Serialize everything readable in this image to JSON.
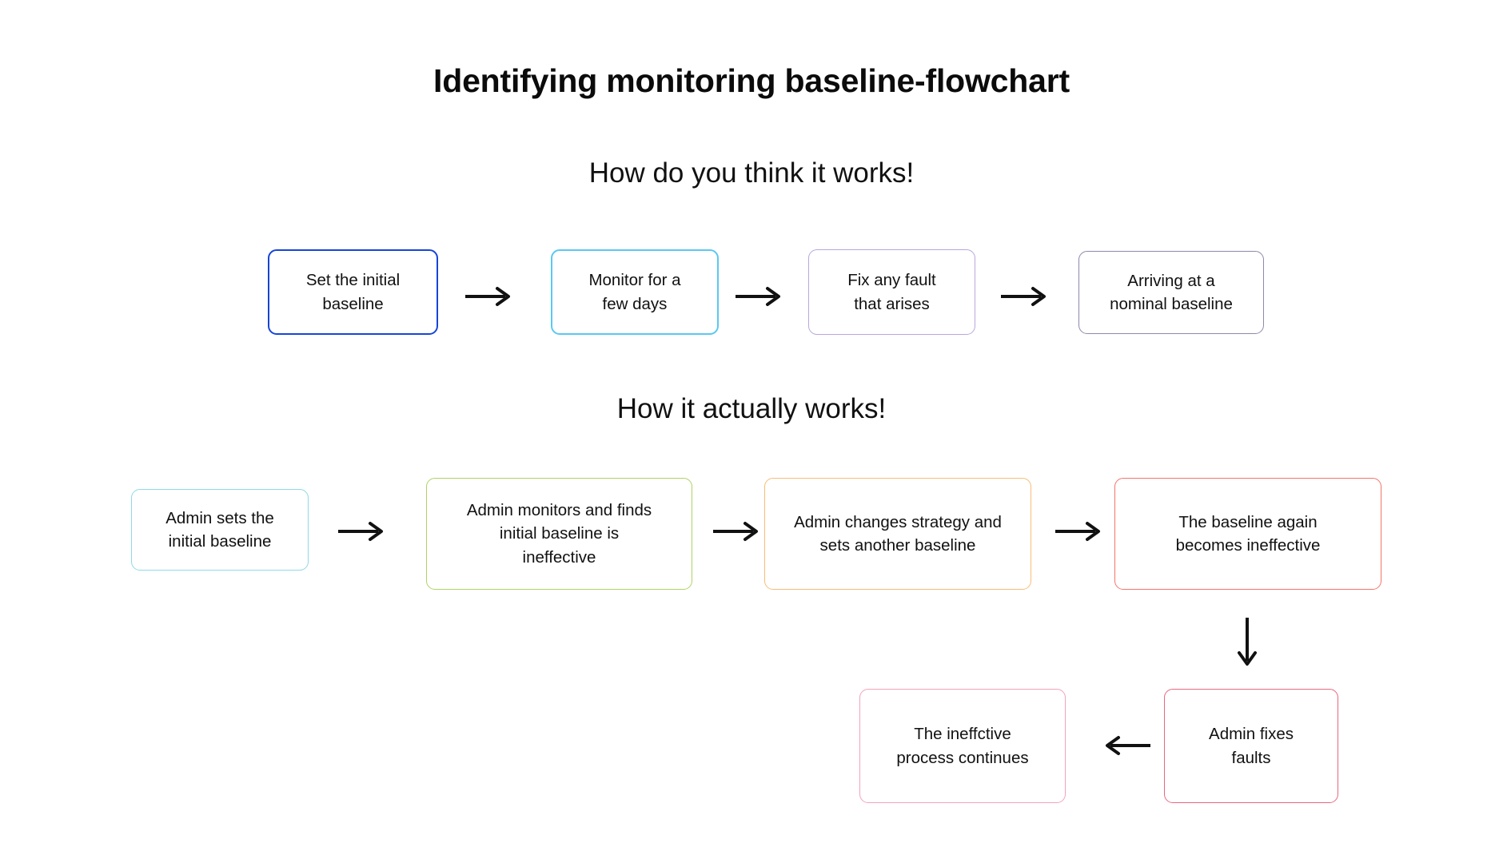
{
  "page": {
    "title": "Identifying monitoring baseline-flowchart",
    "background_color": "#ffffff",
    "text_color": "#111111"
  },
  "sections": [
    {
      "id": "expected",
      "heading": "How do you think it works!",
      "nodes": [
        {
          "id": "expected-1",
          "label": "Set the initial\nbaseline",
          "border_color": "#1745d8",
          "border_width": "2.5px"
        },
        {
          "id": "expected-2",
          "label": "Monitor for a\nfew days",
          "border_color": "#5bc8f2",
          "border_width": "2px"
        },
        {
          "id": "expected-3",
          "label": "Fix any fault\nthat arises",
          "border_color": "#b8a6dd",
          "border_width": "1.6px"
        },
        {
          "id": "expected-4",
          "label": "Arriving at a\nnominal baseline",
          "border_color": "#8d89a8",
          "border_width": "1.6px"
        }
      ],
      "connectors": [
        {
          "id": "expected-arrow-1",
          "glyph": "right-arrow-icon"
        },
        {
          "id": "expected-arrow-2",
          "glyph": "right-arrow-icon"
        },
        {
          "id": "expected-arrow-3",
          "glyph": "right-arrow-icon"
        }
      ]
    },
    {
      "id": "actual",
      "heading": "How it actually works!",
      "nodes": [
        {
          "id": "actual-1",
          "label": "Admin sets the\ninitial baseline",
          "border_color": "#8fd9e8",
          "border_width": "1.6px"
        },
        {
          "id": "actual-2",
          "label": "Admin monitors and finds\ninitial baseline is\nineffective",
          "border_color": "#aed264",
          "border_width": "1.6px"
        },
        {
          "id": "actual-3",
          "label": "Admin changes strategy and\nsets another baseline",
          "border_color": "#f7bd77",
          "border_width": "1.6px"
        },
        {
          "id": "actual-4",
          "label": "The baseline again\nbecomes ineffective",
          "border_color": "#f4756a",
          "border_width": "1.6px"
        },
        {
          "id": "actual-5",
          "label": "Admin fixes\nfaults",
          "border_color": "#e8677f",
          "border_width": "1.6px"
        },
        {
          "id": "actual-6",
          "label": "The ineffctive\nprocess continues",
          "border_color": "#f2a3bb",
          "border_width": "1.6px"
        }
      ],
      "connectors": [
        {
          "id": "actual-arrow-1",
          "glyph": "right-arrow-icon"
        },
        {
          "id": "actual-arrow-2",
          "glyph": "right-arrow-icon"
        },
        {
          "id": "actual-arrow-3",
          "glyph": "right-arrow-icon"
        },
        {
          "id": "actual-arrow-4",
          "glyph": "down-arrow-icon"
        },
        {
          "id": "actual-arrow-5",
          "glyph": "left-arrow-icon"
        }
      ]
    }
  ]
}
